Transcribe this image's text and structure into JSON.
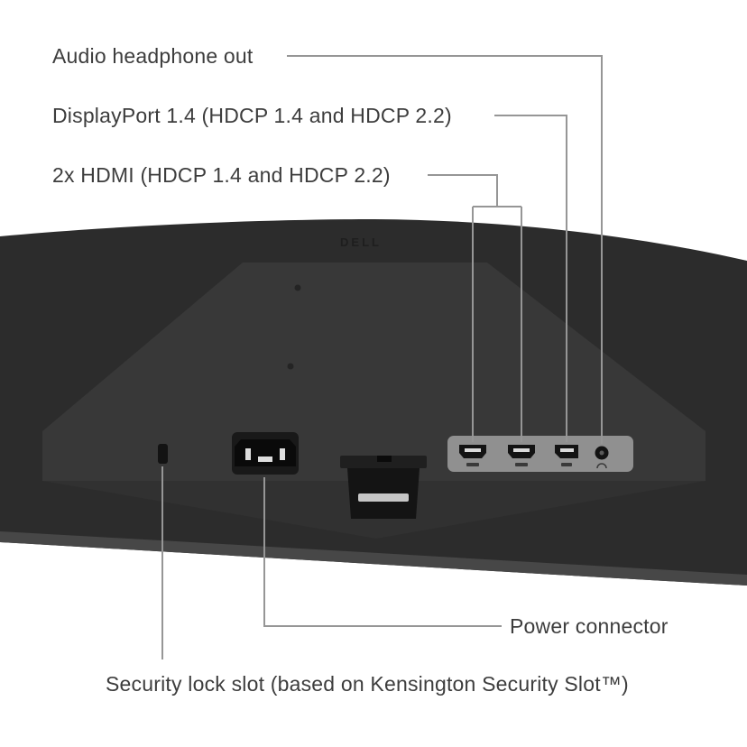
{
  "diagram": {
    "brand": "DELL",
    "callouts": [
      {
        "id": "audio",
        "label": "Audio headphone out",
        "target": "audio-jack"
      },
      {
        "id": "displayport",
        "label": "DisplayPort 1.4 (HDCP 1.4 and HDCP 2.2)",
        "target": "displayport-port"
      },
      {
        "id": "hdmi",
        "label": "2x HDMI (HDCP 1.4 and HDCP 2.2)",
        "target": "hdmi-port-1, hdmi-port-2"
      },
      {
        "id": "power",
        "label": "Power connector",
        "target": "power-connector"
      },
      {
        "id": "security",
        "label": "Security lock slot (based on Kensington Security Slot™)",
        "target": "security-lock-slot"
      }
    ],
    "ports": [
      "security-lock-slot",
      "power-connector",
      "stand-mount",
      "hdmi-port-1",
      "hdmi-port-2",
      "displayport-port",
      "audio-jack"
    ],
    "colors": {
      "background": "#ffffff",
      "monitor_body": "#2c2c2c",
      "back_panel": "#383838",
      "port_plate": "#909090",
      "callout_line": "#969696",
      "label_text": "#3d3d3d"
    }
  }
}
